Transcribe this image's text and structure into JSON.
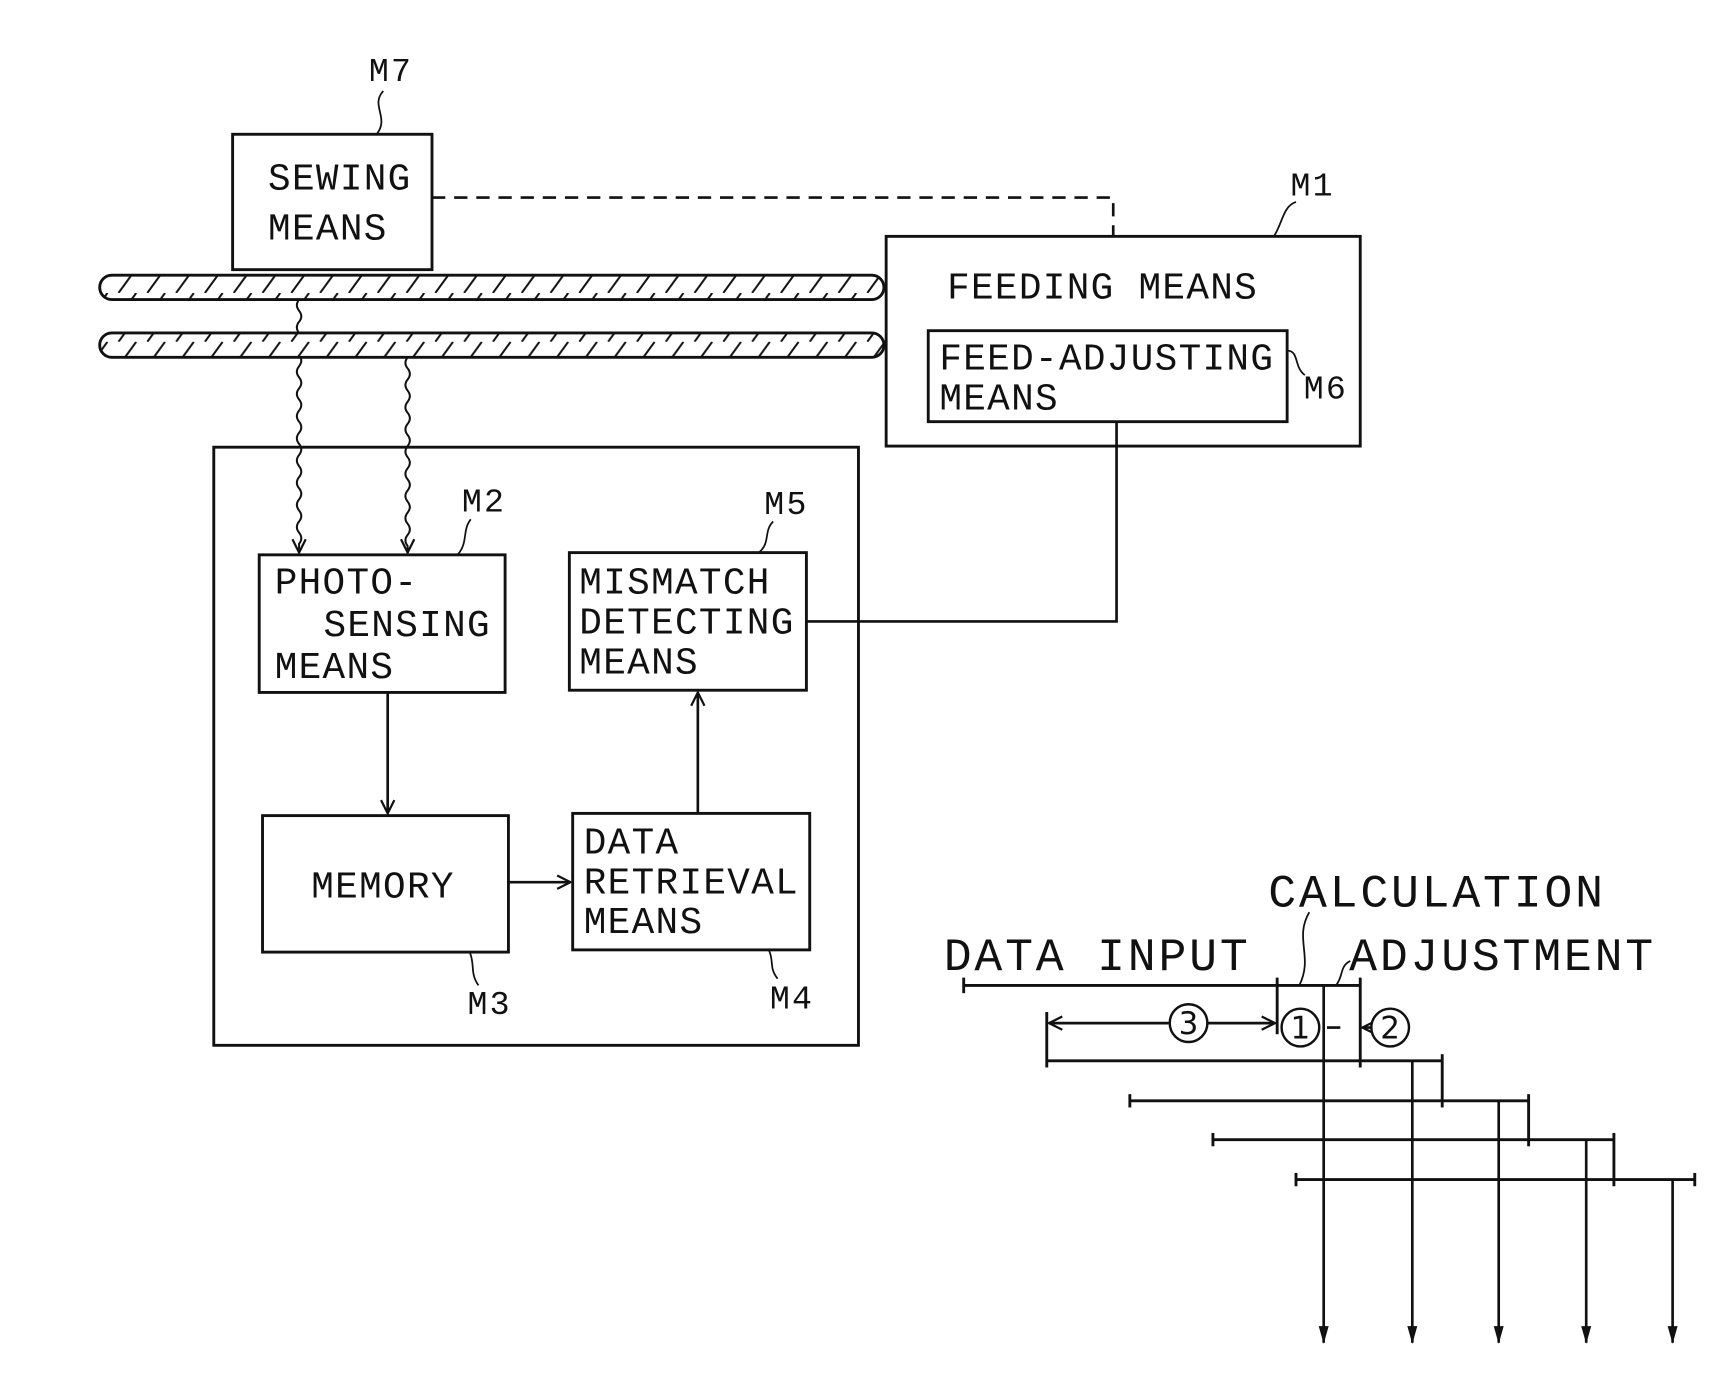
{
  "labels": {
    "m1": "M1",
    "m2": "M2",
    "m3": "M3",
    "m4": "M4",
    "m5": "M5",
    "m6": "M6",
    "m7": "M7"
  },
  "blocks": {
    "sewing": [
      "SEWING",
      "MEANS"
    ],
    "feeding": [
      "FEEDING MEANS"
    ],
    "feed_adjusting": [
      "FEED-ADJUSTING",
      "MEANS"
    ],
    "photo_sensing": [
      "PHOTO-",
      "SENSING",
      "MEANS"
    ],
    "memory": [
      "MEMORY"
    ],
    "data_retrieval": [
      "DATA",
      "RETRIEVAL",
      "MEANS"
    ],
    "mismatch": [
      "MISMATCH",
      "DETECTING",
      "MEANS"
    ]
  },
  "timing": {
    "calculation": "CALCULATION",
    "data_input": "DATA INPUT",
    "adjustment": "ADJUSTMENT",
    "step_1": "1",
    "step_2": "2",
    "step_3": "3"
  }
}
